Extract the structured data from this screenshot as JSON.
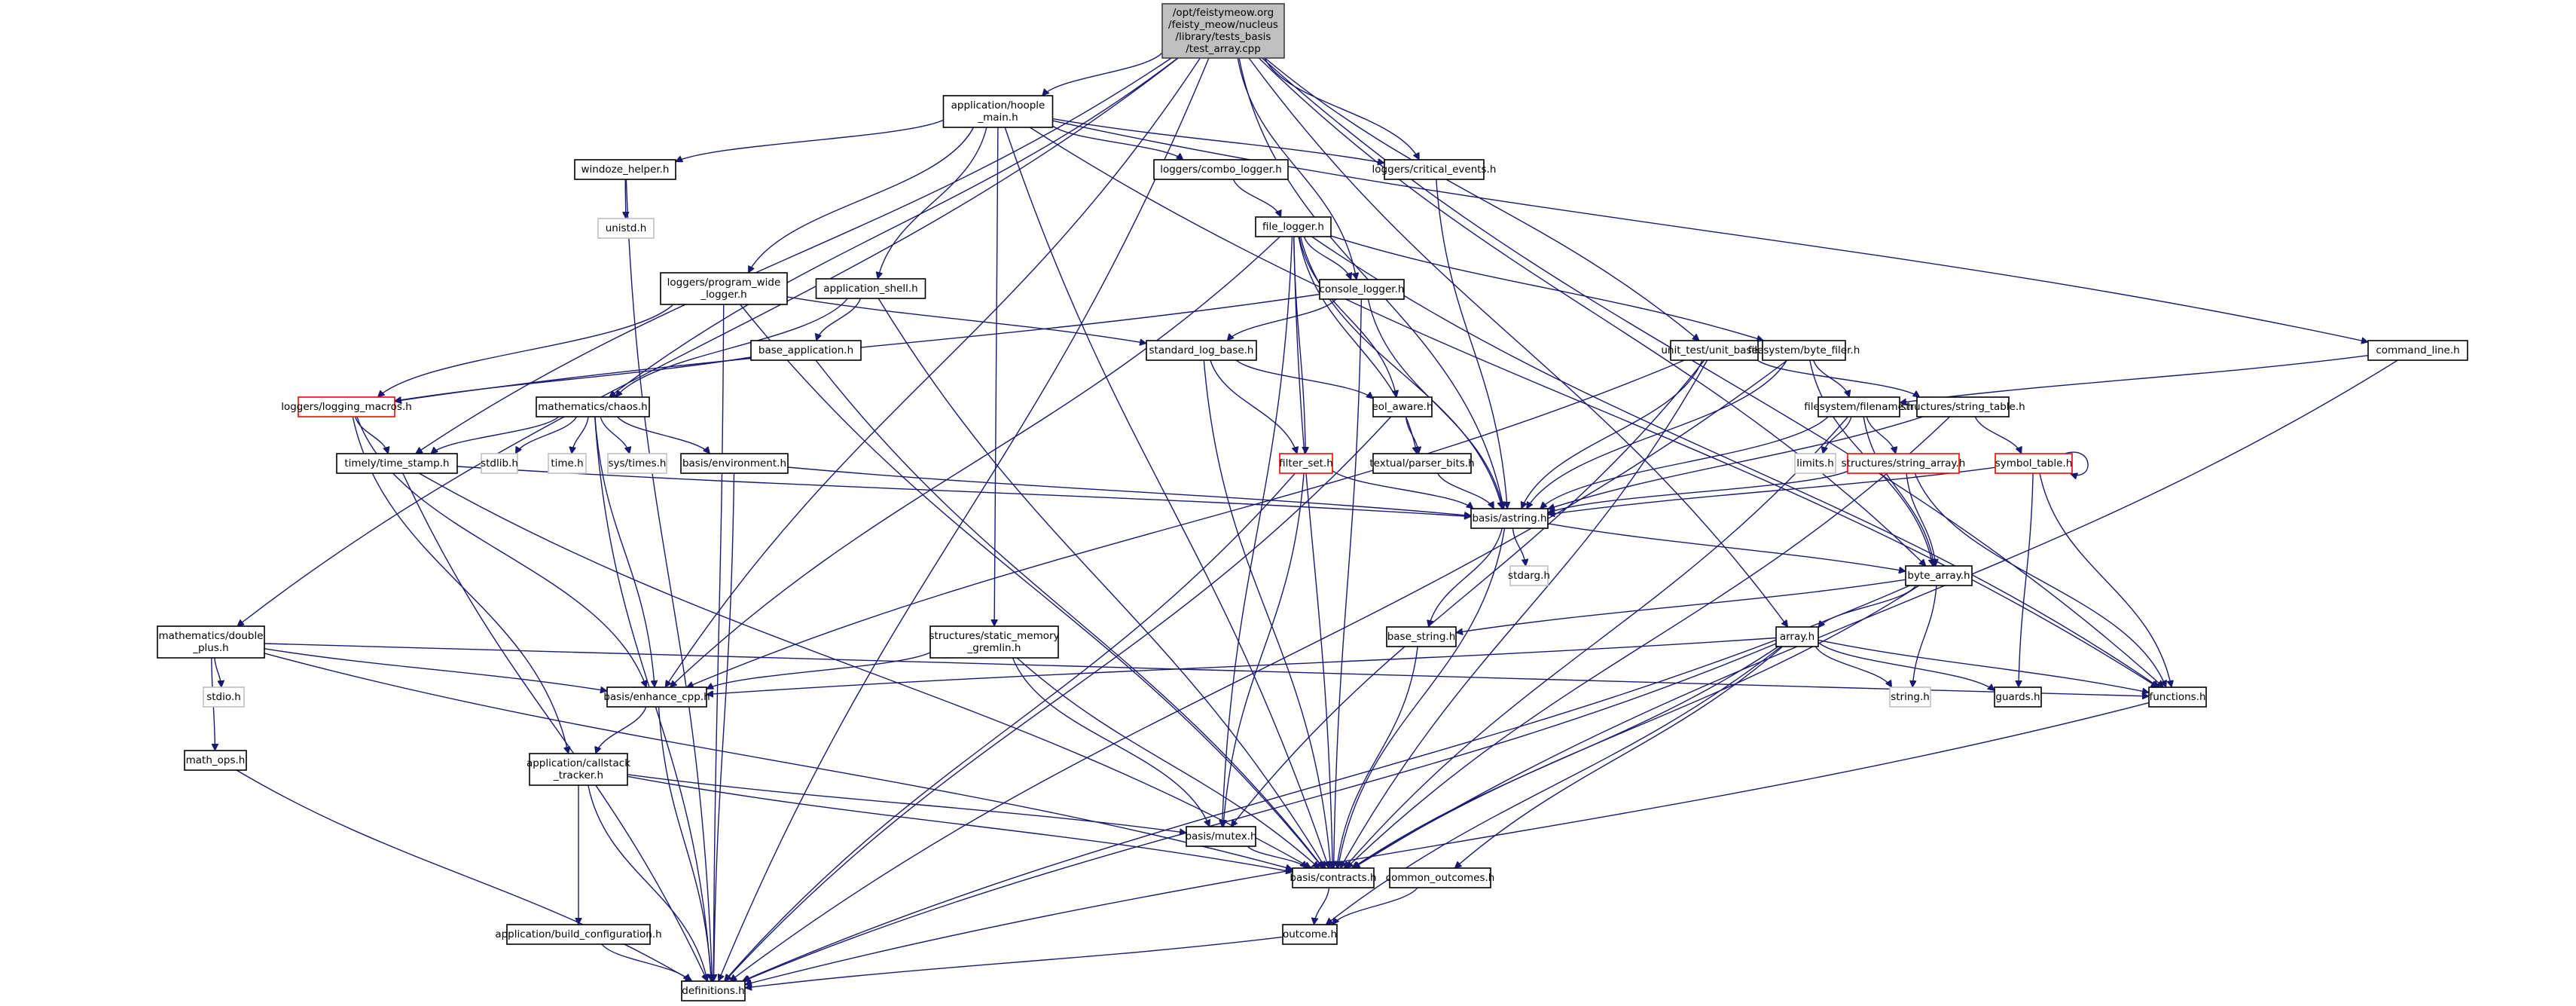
{
  "title": "Include dependency graph for test_array.cpp",
  "colors": {
    "edge": "#191970",
    "root_fill": "#bfbfbf",
    "root_border": "#404040",
    "normal_fill": "#ffffff",
    "normal_border": "#000000",
    "external_border": "#bfbfbf",
    "truncated_border": "#ff0000",
    "background": "#ffffff"
  },
  "nodes": [
    {
      "id": "root",
      "label": [
        "/opt/feistymeow.org",
        "/feisty_meow/nucleus",
        "/library/tests_basis",
        "/test_array.cpp"
      ],
      "kind": "root"
    },
    {
      "id": "hoople_main",
      "label": [
        "application/hoople",
        "_main.h"
      ],
      "kind": "normal"
    },
    {
      "id": "windoze_helper",
      "label": [
        "windoze_helper.h"
      ],
      "kind": "normal"
    },
    {
      "id": "unistd",
      "label": [
        "unistd.h"
      ],
      "kind": "external"
    },
    {
      "id": "combo_logger",
      "label": [
        "loggers/combo_logger.h"
      ],
      "kind": "normal"
    },
    {
      "id": "critical_events",
      "label": [
        "loggers/critical_events.h"
      ],
      "kind": "normal"
    },
    {
      "id": "file_logger",
      "label": [
        "file_logger.h"
      ],
      "kind": "normal"
    },
    {
      "id": "program_wide_logger",
      "label": [
        "loggers/program_wide",
        "_logger.h"
      ],
      "kind": "normal"
    },
    {
      "id": "application_shell",
      "label": [
        "application_shell.h"
      ],
      "kind": "normal"
    },
    {
      "id": "console_logger",
      "label": [
        "console_logger.h"
      ],
      "kind": "normal"
    },
    {
      "id": "base_application",
      "label": [
        "base_application.h"
      ],
      "kind": "normal"
    },
    {
      "id": "standard_log_base",
      "label": [
        "standard_log_base.h"
      ],
      "kind": "normal"
    },
    {
      "id": "unit_base",
      "label": [
        "unit_test/unit_base.h"
      ],
      "kind": "normal"
    },
    {
      "id": "byte_filer",
      "label": [
        "filesystem/byte_filer.h"
      ],
      "kind": "normal"
    },
    {
      "id": "command_line",
      "label": [
        "command_line.h"
      ],
      "kind": "normal"
    },
    {
      "id": "logging_macros",
      "label": [
        "loggers/logging_macros.h"
      ],
      "kind": "truncated"
    },
    {
      "id": "chaos",
      "label": [
        "mathematics/chaos.h"
      ],
      "kind": "normal"
    },
    {
      "id": "eol_aware",
      "label": [
        "eol_aware.h"
      ],
      "kind": "normal"
    },
    {
      "id": "filename",
      "label": [
        "filesystem/filename.h"
      ],
      "kind": "normal"
    },
    {
      "id": "string_table",
      "label": [
        "structures/string_table.h"
      ],
      "kind": "normal"
    },
    {
      "id": "time_stamp",
      "label": [
        "timely/time_stamp.h"
      ],
      "kind": "normal"
    },
    {
      "id": "stdlib",
      "label": [
        "stdlib.h"
      ],
      "kind": "external"
    },
    {
      "id": "time",
      "label": [
        "time.h"
      ],
      "kind": "external"
    },
    {
      "id": "sys_times",
      "label": [
        "sys/times.h"
      ],
      "kind": "external"
    },
    {
      "id": "environment",
      "label": [
        "basis/environment.h"
      ],
      "kind": "normal"
    },
    {
      "id": "filter_set",
      "label": [
        "filter_set.h"
      ],
      "kind": "truncated"
    },
    {
      "id": "parser_bits",
      "label": [
        "textual/parser_bits.h"
      ],
      "kind": "normal"
    },
    {
      "id": "limits",
      "label": [
        "limits.h"
      ],
      "kind": "external"
    },
    {
      "id": "string_array",
      "label": [
        "structures/string_array.h"
      ],
      "kind": "truncated"
    },
    {
      "id": "symbol_table",
      "label": [
        "symbol_table.h"
      ],
      "kind": "truncated"
    },
    {
      "id": "astring",
      "label": [
        "basis/astring.h"
      ],
      "kind": "normal"
    },
    {
      "id": "stdarg",
      "label": [
        "stdarg.h"
      ],
      "kind": "external"
    },
    {
      "id": "byte_array",
      "label": [
        "byte_array.h"
      ],
      "kind": "normal"
    },
    {
      "id": "double_plus",
      "label": [
        "mathematics/double",
        "_plus.h"
      ],
      "kind": "normal"
    },
    {
      "id": "static_memory_gremlin",
      "label": [
        "structures/static_memory",
        "_gremlin.h"
      ],
      "kind": "normal"
    },
    {
      "id": "base_string",
      "label": [
        "base_string.h"
      ],
      "kind": "normal"
    },
    {
      "id": "array",
      "label": [
        "array.h"
      ],
      "kind": "normal"
    },
    {
      "id": "stdio",
      "label": [
        "stdio.h"
      ],
      "kind": "external"
    },
    {
      "id": "enhance_cpp",
      "label": [
        "basis/enhance_cpp.h"
      ],
      "kind": "normal"
    },
    {
      "id": "string_h",
      "label": [
        "string.h"
      ],
      "kind": "external"
    },
    {
      "id": "guards",
      "label": [
        "guards.h"
      ],
      "kind": "normal"
    },
    {
      "id": "functions",
      "label": [
        "functions.h"
      ],
      "kind": "normal"
    },
    {
      "id": "math_ops",
      "label": [
        "math_ops.h"
      ],
      "kind": "normal"
    },
    {
      "id": "callstack_tracker",
      "label": [
        "application/callstack",
        "_tracker.h"
      ],
      "kind": "normal"
    },
    {
      "id": "mutex",
      "label": [
        "basis/mutex.h"
      ],
      "kind": "normal"
    },
    {
      "id": "contracts",
      "label": [
        "basis/contracts.h"
      ],
      "kind": "normal"
    },
    {
      "id": "common_outcomes",
      "label": [
        "common_outcomes.h"
      ],
      "kind": "normal"
    },
    {
      "id": "build_configuration",
      "label": [
        "application/build_configuration.h"
      ],
      "kind": "normal"
    },
    {
      "id": "outcome",
      "label": [
        "outcome.h"
      ],
      "kind": "normal"
    },
    {
      "id": "definitions",
      "label": [
        "definitions.h"
      ],
      "kind": "normal"
    }
  ],
  "edges": [
    [
      "root",
      "hoople_main"
    ],
    [
      "root",
      "critical_events"
    ],
    [
      "root",
      "console_logger"
    ],
    [
      "root",
      "unit_base"
    ],
    [
      "root",
      "chaos"
    ],
    [
      "root",
      "double_plus"
    ],
    [
      "root",
      "time_stamp"
    ],
    [
      "root",
      "enhance_cpp"
    ],
    [
      "root",
      "astring"
    ],
    [
      "root",
      "array"
    ],
    [
      "root",
      "byte_array"
    ],
    [
      "root",
      "functions"
    ],
    [
      "root",
      "definitions"
    ],
    [
      "hoople_main",
      "windoze_helper"
    ],
    [
      "hoople_main",
      "combo_logger"
    ],
    [
      "hoople_main",
      "critical_events"
    ],
    [
      "hoople_main",
      "program_wide_logger"
    ],
    [
      "hoople_main",
      "application_shell"
    ],
    [
      "hoople_main",
      "command_line"
    ],
    [
      "hoople_main",
      "static_memory_gremlin"
    ],
    [
      "hoople_main",
      "contracts"
    ],
    [
      "hoople_main",
      "functions"
    ],
    [
      "windoze_helper",
      "unistd"
    ],
    [
      "windoze_helper",
      "definitions"
    ],
    [
      "combo_logger",
      "file_logger"
    ],
    [
      "critical_events",
      "astring"
    ],
    [
      "file_logger",
      "console_logger"
    ],
    [
      "file_logger",
      "filter_set"
    ],
    [
      "file_logger",
      "eol_aware"
    ],
    [
      "file_logger",
      "parser_bits"
    ],
    [
      "file_logger",
      "astring"
    ],
    [
      "file_logger",
      "byte_filer"
    ],
    [
      "file_logger",
      "mutex"
    ],
    [
      "file_logger",
      "contracts"
    ],
    [
      "file_logger",
      "enhance_cpp"
    ],
    [
      "file_logger",
      "functions"
    ],
    [
      "program_wide_logger",
      "logging_macros"
    ],
    [
      "program_wide_logger",
      "standard_log_base"
    ],
    [
      "program_wide_logger",
      "contracts"
    ],
    [
      "program_wide_logger",
      "definitions"
    ],
    [
      "application_shell",
      "base_application"
    ],
    [
      "application_shell",
      "chaos"
    ],
    [
      "application_shell",
      "contracts"
    ],
    [
      "console_logger",
      "standard_log_base"
    ],
    [
      "console_logger",
      "astring"
    ],
    [
      "console_logger",
      "logging_macros"
    ],
    [
      "console_logger",
      "contracts"
    ],
    [
      "base_application",
      "logging_macros"
    ],
    [
      "base_application",
      "contracts"
    ],
    [
      "standard_log_base",
      "filter_set"
    ],
    [
      "standard_log_base",
      "eol_aware"
    ],
    [
      "standard_log_base",
      "contracts"
    ],
    [
      "unit_base",
      "astring"
    ],
    [
      "unit_base",
      "string_table"
    ],
    [
      "unit_base",
      "mutex"
    ],
    [
      "unit_base",
      "enhance_cpp"
    ],
    [
      "unit_base",
      "contracts"
    ],
    [
      "byte_filer",
      "filename"
    ],
    [
      "byte_filer",
      "astring"
    ],
    [
      "byte_filer",
      "byte_array"
    ],
    [
      "byte_filer",
      "definitions"
    ],
    [
      "command_line",
      "filename"
    ],
    [
      "command_line",
      "contracts"
    ],
    [
      "logging_macros",
      "time_stamp"
    ],
    [
      "logging_macros",
      "callstack_tracker"
    ],
    [
      "logging_macros",
      "enhance_cpp"
    ],
    [
      "chaos",
      "time_stamp"
    ],
    [
      "chaos",
      "stdlib"
    ],
    [
      "chaos",
      "time"
    ],
    [
      "chaos",
      "sys_times"
    ],
    [
      "chaos",
      "environment"
    ],
    [
      "chaos",
      "enhance_cpp"
    ],
    [
      "chaos",
      "definitions"
    ],
    [
      "eol_aware",
      "parser_bits"
    ],
    [
      "eol_aware",
      "definitions"
    ],
    [
      "filename",
      "limits"
    ],
    [
      "filename",
      "string_array"
    ],
    [
      "filename",
      "astring"
    ],
    [
      "filename",
      "byte_array"
    ],
    [
      "filename",
      "contracts"
    ],
    [
      "string_table",
      "symbol_table"
    ],
    [
      "string_table",
      "astring"
    ],
    [
      "string_table",
      "contracts"
    ],
    [
      "time_stamp",
      "astring"
    ],
    [
      "time_stamp",
      "contracts"
    ],
    [
      "time_stamp",
      "definitions"
    ],
    [
      "environment",
      "astring"
    ],
    [
      "environment",
      "definitions"
    ],
    [
      "filter_set",
      "astring"
    ],
    [
      "filter_set",
      "mutex"
    ],
    [
      "filter_set",
      "definitions"
    ],
    [
      "parser_bits",
      "astring"
    ],
    [
      "string_array",
      "astring"
    ],
    [
      "string_array",
      "byte_array"
    ],
    [
      "string_array",
      "functions"
    ],
    [
      "symbol_table",
      "symbol_table"
    ],
    [
      "symbol_table",
      "astring"
    ],
    [
      "symbol_table",
      "guards"
    ],
    [
      "symbol_table",
      "functions"
    ],
    [
      "astring",
      "stdarg"
    ],
    [
      "astring",
      "byte_array"
    ],
    [
      "astring",
      "base_string"
    ],
    [
      "astring",
      "contracts"
    ],
    [
      "byte_array",
      "array"
    ],
    [
      "byte_array",
      "base_string"
    ],
    [
      "byte_array",
      "string_h"
    ],
    [
      "byte_array",
      "contracts"
    ],
    [
      "byte_array",
      "definitions"
    ],
    [
      "double_plus",
      "stdio"
    ],
    [
      "double_plus",
      "math_ops"
    ],
    [
      "double_plus",
      "enhance_cpp"
    ],
    [
      "double_plus",
      "functions"
    ],
    [
      "double_plus",
      "contracts"
    ],
    [
      "static_memory_gremlin",
      "enhance_cpp"
    ],
    [
      "static_memory_gremlin",
      "mutex"
    ],
    [
      "static_memory_gremlin",
      "contracts"
    ],
    [
      "base_string",
      "contracts"
    ],
    [
      "array",
      "enhance_cpp"
    ],
    [
      "array",
      "string_h"
    ],
    [
      "array",
      "guards"
    ],
    [
      "array",
      "functions"
    ],
    [
      "array",
      "common_outcomes"
    ],
    [
      "array",
      "outcome"
    ],
    [
      "array",
      "contracts"
    ],
    [
      "array",
      "definitions"
    ],
    [
      "enhance_cpp",
      "callstack_tracker"
    ],
    [
      "enhance_cpp",
      "definitions"
    ],
    [
      "functions",
      "definitions"
    ],
    [
      "math_ops",
      "definitions"
    ],
    [
      "callstack_tracker",
      "build_configuration"
    ],
    [
      "callstack_tracker",
      "mutex"
    ],
    [
      "callstack_tracker",
      "contracts"
    ],
    [
      "callstack_tracker",
      "definitions"
    ],
    [
      "mutex",
      "contracts"
    ],
    [
      "contracts",
      "outcome"
    ],
    [
      "common_outcomes",
      "outcome"
    ],
    [
      "build_configuration",
      "definitions"
    ],
    [
      "outcome",
      "definitions"
    ]
  ]
}
